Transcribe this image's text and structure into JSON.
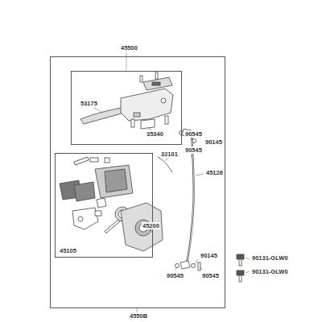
{
  "diagram": {
    "nodes": [
      {
        "text": [
          "4550B"
        ]
      },
      {
        "text": [
          "45500"
        ],
        "in": 0
      },
      {
        "text": [
          "45105"
        ],
        "in": 0
      }
    ],
    "labels": [
      "53175",
      "35340",
      "90545",
      "90145",
      "90545",
      "32101",
      "45126",
      "45200",
      "90145",
      "90545",
      "90545",
      "90131-GLW0",
      "90131-GLW0"
    ]
  }
}
